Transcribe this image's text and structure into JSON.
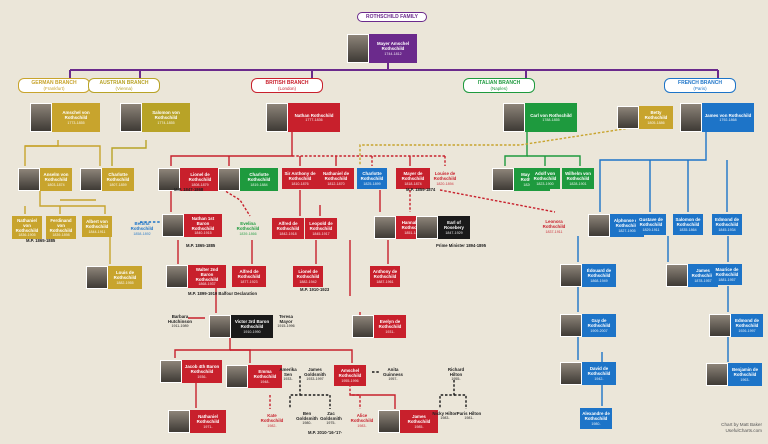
{
  "title": "ROTHSCHILD FAMILY",
  "credit": [
    "Chart by Matt Baker",
    "UsefulCharts.com"
  ],
  "colors": {
    "purple": "#6b2a8c",
    "german": "#c8a42d",
    "austrian": "#b8a327",
    "british": "#c8202c",
    "italian": "#1e9a3e",
    "french": "#1d74c8",
    "dark": "#1a1a1a"
  },
  "branches": [
    {
      "id": "german",
      "name": "GERMAN BRANCH",
      "city": "(Frankfurt)",
      "color": "#c8a42d"
    },
    {
      "id": "austrian",
      "name": "AUSTRIAN BRANCH",
      "city": "(Vienna)",
      "color": "#b8a327"
    },
    {
      "id": "british",
      "name": "BRITISH BRANCH",
      "city": "(London)",
      "color": "#c8202c"
    },
    {
      "id": "italian",
      "name": "ITALIAN BRANCH",
      "city": "(Naples)",
      "color": "#1e9a3e"
    },
    {
      "id": "french",
      "name": "FRENCH BRANCH",
      "city": "(Paris)",
      "color": "#1d74c8"
    }
  ],
  "people": [
    {
      "id": "mayer",
      "name": "Mayer Amschel Rothschild",
      "years": "1744-1812",
      "color": "#6b2a8c"
    },
    {
      "id": "amschel",
      "name": "Amschel von Rothschild",
      "years": "1773-1855",
      "color": "#c8a42d"
    },
    {
      "id": "salomon",
      "name": "Salomon von Rothschild",
      "years": "1774-1855",
      "color": "#b8a327"
    },
    {
      "id": "nathan",
      "name": "Nathan Rothschild",
      "years": "1777-1836",
      "color": "#c8202c"
    },
    {
      "id": "carl",
      "name": "Carl von Rothschild",
      "years": "1788-1855",
      "color": "#1e9a3e"
    },
    {
      "id": "james",
      "name": "James von Rothschild",
      "years": "1792-1868",
      "color": "#1d74c8"
    },
    {
      "id": "betty",
      "name": "Betty Rothschild",
      "years": "1805-1886",
      "color": "#c8a42d"
    },
    {
      "id": "anselmf",
      "name": "Anselm von Rothschild",
      "years": "1803-1874",
      "color": "#c8a42d"
    },
    {
      "id": "charlotte1",
      "name": "Charlotte Rothschild",
      "years": "1807-1859",
      "color": "#c8a42d"
    },
    {
      "id": "lionel",
      "name": "Lionel de Rothschild",
      "years": "1808-1879",
      "color": "#c8202c"
    },
    {
      "id": "charlotte2",
      "name": "Charlotte Rothschild",
      "years": "1819-1884",
      "color": "#1e9a3e"
    },
    {
      "id": "anthony",
      "name": "Sir Anthony de Rothschild",
      "years": "1810-1876",
      "color": "#c8202c"
    },
    {
      "id": "nathaniel1",
      "name": "Nathaniel de Rothschild",
      "years": "1812-1870",
      "color": "#c8202c"
    },
    {
      "id": "charlotte3",
      "name": "Charlotte Rothschild",
      "years": "1825-1899",
      "color": "#1d74c8"
    },
    {
      "id": "mayer2",
      "name": "Mayer de Rothschild",
      "years": "1818-1874",
      "color": "#c8202c"
    },
    {
      "id": "louise",
      "name": "Louise de Rothschild",
      "years": "1820-1894",
      "color": "#c8202c"
    },
    {
      "id": "mayercarl",
      "name": "Mayer von Rothschild",
      "years": "1820-1886",
      "color": "#1e9a3e"
    },
    {
      "id": "adolf",
      "name": "Adolf von Rothschild",
      "years": "1823-1900",
      "color": "#1e9a3e"
    },
    {
      "id": "wilhelm",
      "name": "Wilhelm von Rothschild",
      "years": "1828-1901",
      "color": "#1e9a3e"
    },
    {
      "id": "nathaniel2",
      "name": "Nathaniel von Rothschild",
      "years": "1836-1905",
      "color": "#c8a42d"
    },
    {
      "id": "ferdinand",
      "name": "Ferdinand von Rothschild",
      "years": "1839-1898",
      "color": "#c8a42d"
    },
    {
      "id": "albert",
      "name": "Albert von Rothschild",
      "years": "1844-1911",
      "color": "#c8a42d"
    },
    {
      "id": "bettina",
      "name": "Bettina Rothschild",
      "years": "1858-1892",
      "color": "#1d74c8"
    },
    {
      "id": "nathan1",
      "name": "Nathan 1st Baron Rothschild",
      "years": "1840-1915",
      "color": "#c8202c"
    },
    {
      "id": "evelina",
      "name": "Evelina Rothschild",
      "years": "1839-1866",
      "color": "#1e9a3e"
    },
    {
      "id": "alfred1",
      "name": "Alfred de Rothschild",
      "years": "1842-1918",
      "color": "#c8202c"
    },
    {
      "id": "leopold",
      "name": "Leopold de Rothschild",
      "years": "1845-1917",
      "color": "#c8202c"
    },
    {
      "id": "hannah",
      "name": "Hannah de Rothschild",
      "years": "1851-1890",
      "color": "#c8202c"
    },
    {
      "id": "rosebery",
      "name": "Earl of Rosebery",
      "years": "1847-1929",
      "color": "#1a1a1a"
    },
    {
      "id": "leonora",
      "name": "Leonora Rothschild",
      "years": "1837-1911",
      "color": "#c8202c"
    },
    {
      "id": "alphonse",
      "name": "Alphonse de Rothschild",
      "years": "1827-1905",
      "color": "#1d74c8"
    },
    {
      "id": "gustave",
      "name": "Gustave de Rothschild",
      "years": "1829-1911",
      "color": "#1d74c8"
    },
    {
      "id": "salomonf",
      "name": "Salomon de Rothschild",
      "years": "1835-1864",
      "color": "#1d74c8"
    },
    {
      "id": "edmond",
      "name": "Edmond de Rothschild",
      "years": "1845-1934",
      "color": "#1d74c8"
    },
    {
      "id": "louis",
      "name": "Louis de Rothschild",
      "years": "1882-1955",
      "color": "#c8a42d"
    },
    {
      "id": "walter",
      "name": "Walter 2nd Baron Rothschild",
      "years": "1868-1937",
      "color": "#c8202c"
    },
    {
      "id": "alfred2",
      "name": "Alfred de Rothschild",
      "years": "1877-1923",
      "color": "#c8202c"
    },
    {
      "id": "lionel2",
      "name": "Lionel de Rothschild",
      "years": "1882-1942",
      "color": "#c8202c"
    },
    {
      "id": "anthony2",
      "name": "Anthony de Rothschild",
      "years": "1887-1961",
      "color": "#c8202c"
    },
    {
      "id": "edouard",
      "name": "Édouard de Rothschild",
      "years": "1868-1949",
      "color": "#1d74c8"
    },
    {
      "id": "james2",
      "name": "James Rothschild",
      "years": "1878-1957",
      "color": "#1d74c8"
    },
    {
      "id": "maurice",
      "name": "Maurice de Rothschild",
      "years": "1881-1957",
      "color": "#1d74c8"
    },
    {
      "id": "victor",
      "name": "Victor 3rd Baron Rothschild",
      "years": "1910-1990",
      "color": "#1a1a1a"
    },
    {
      "id": "evelyn",
      "name": "Evelyn de Rothschild",
      "years": "1931-",
      "color": "#c8202c"
    },
    {
      "id": "guy",
      "name": "Guy de Rothschild",
      "years": "1909-2007",
      "color": "#1d74c8"
    },
    {
      "id": "edmond2",
      "name": "Edmond de Rothschild",
      "years": "1926-1997",
      "color": "#1d74c8"
    },
    {
      "id": "jacob",
      "name": "Jacob 4th Baron Rothschild",
      "years": "1936-",
      "color": "#c8202c"
    },
    {
      "id": "emma",
      "name": "Emma Rothschild",
      "years": "1948-",
      "color": "#c8202c"
    },
    {
      "id": "amschel2",
      "name": "Amschel Rothschild",
      "years": "1955-1996",
      "color": "#c8202c"
    },
    {
      "id": "david",
      "name": "David de Rothschild",
      "years": "1942-",
      "color": "#1d74c8"
    },
    {
      "id": "benjamin",
      "name": "Benjamin de Rothschild",
      "years": "1963-",
      "color": "#1d74c8"
    },
    {
      "id": "nathaniel3",
      "name": "Nathaniel Rothschild",
      "years": "1971-",
      "color": "#c8202c"
    },
    {
      "id": "kate",
      "name": "Kate Rothschild",
      "years": "1982-",
      "color": "#c8202c"
    },
    {
      "id": "alice",
      "name": "Alice Rothschild",
      "years": "1983-",
      "color": "#c8202c"
    },
    {
      "id": "james3",
      "name": "James Rothschild",
      "years": "1985-",
      "color": "#c8202c"
    },
    {
      "id": "alexandre",
      "name": "Alexandre de Rothschild",
      "years": "1980-",
      "color": "#1d74c8"
    }
  ],
  "spouses": [
    {
      "id": "barbara",
      "name": "Barbara Hutchinson",
      "years": "1911-1989"
    },
    {
      "id": "teresa",
      "name": "Teresa Mayor",
      "years": "1915-1996"
    },
    {
      "id": "amschel_amerika",
      "name": "Amerika Sen",
      "years": "1933-"
    },
    {
      "id": "james_g",
      "name": "James Goldsmith",
      "years": "1933-1997"
    },
    {
      "id": "anita",
      "name": "Anita Guinness",
      "years": "1957-"
    },
    {
      "id": "richard",
      "name": "Richard Hilton",
      "years": "1955-"
    },
    {
      "id": "ben",
      "name": "Ben Goldsmith",
      "years": "1980-"
    },
    {
      "id": "zac",
      "name": "Zac Goldsmith",
      "years": "1975-"
    },
    {
      "id": "nicky",
      "name": "Nicky Hilton",
      "years": "1983-"
    },
    {
      "id": "paris",
      "name": "Paris Hilton",
      "years": "1981-"
    }
  ],
  "notes": {
    "mp_lionel": "M.P. 1847-1868",
    "mp_mayer": "M.P. 1859-1874",
    "mp_nathaniel": "M.P. 1865-1885",
    "mp_nathan": "M.P. 1865-1885",
    "pm_rosebery": "Prime Minister 1894-1895",
    "balfour": "M.P. 1899-1910 Balfour Declaration",
    "mp_lionel2": "M.P. 1910-1923",
    "mp_zac": "M.P. 2010-'16-'17-"
  }
}
